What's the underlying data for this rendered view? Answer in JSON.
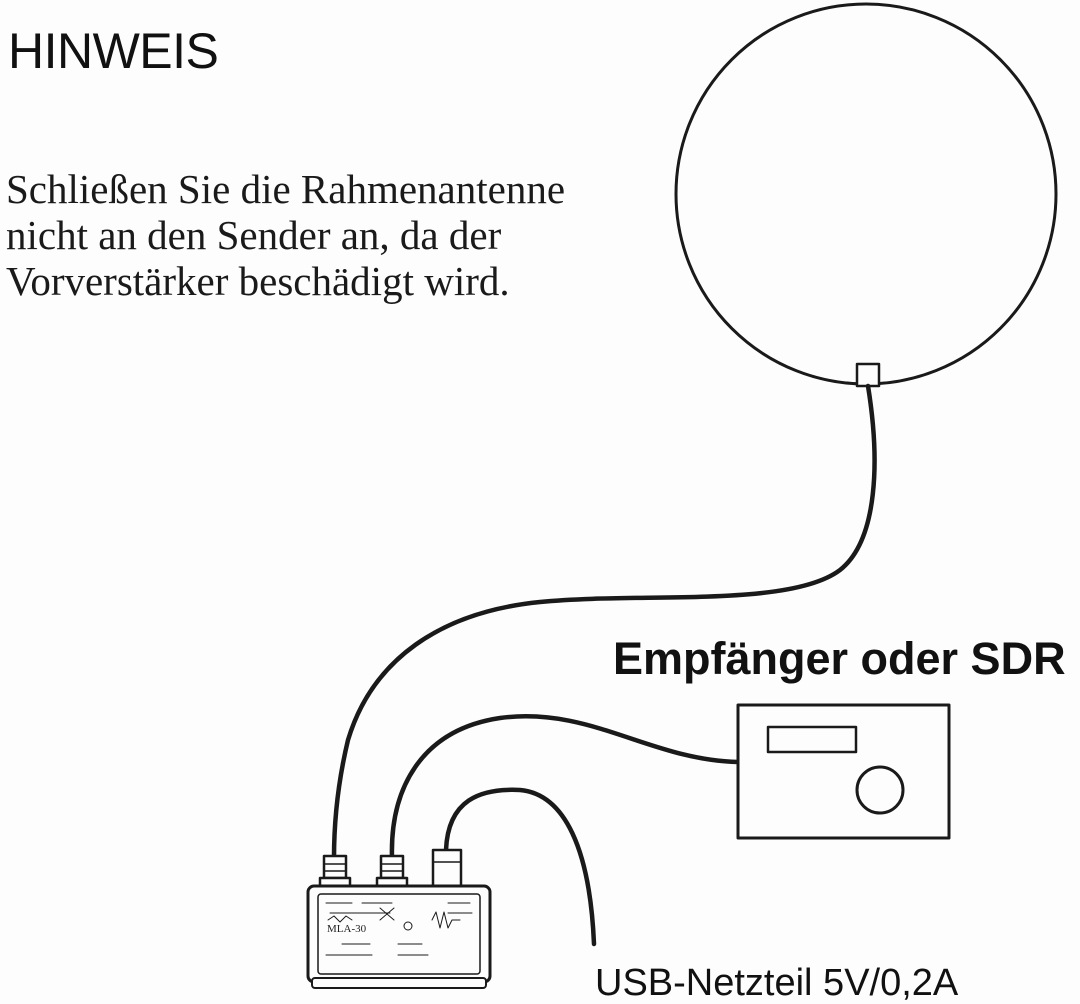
{
  "heading": "HINWEIS",
  "notice": {
    "line1": "Schließen Sie die Rahmenantenne",
    "line2": "nicht an den Sender an, da der",
    "line3": "Vorverstärker beschädigt wird."
  },
  "labels": {
    "receiver": "Empfänger oder SDR",
    "power": "USB-Netzteil 5V/0,2A"
  },
  "amplifier": {
    "model": "MLA-30"
  },
  "colors": {
    "line": "#1a1a1a",
    "background": "#fdfdfd"
  }
}
